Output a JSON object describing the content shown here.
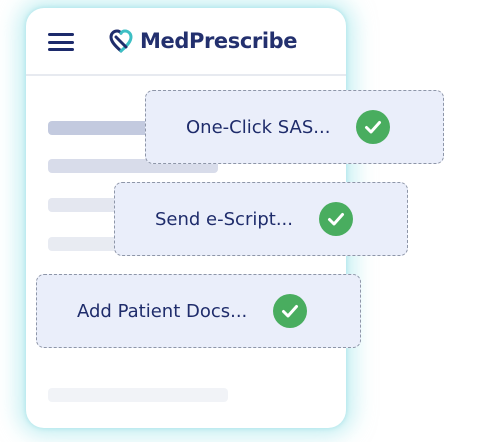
{
  "app": {
    "brand_name": "MedPrescribe",
    "logo_icon": "heart-logo-icon",
    "menu_icon": "hamburger-menu-icon"
  },
  "actions": [
    {
      "label": "One-Click SAS...",
      "status_icon": "check-circle-icon"
    },
    {
      "label": "Send e-Script...",
      "status_icon": "check-circle-icon"
    },
    {
      "label": "Add Patient Docs...",
      "status_icon": "check-circle-icon"
    }
  ],
  "colors": {
    "brand_navy": "#23306e",
    "check_green": "#49ad5f",
    "chip_background": "#eaeefa",
    "glow_teal": "#96e2e8"
  }
}
